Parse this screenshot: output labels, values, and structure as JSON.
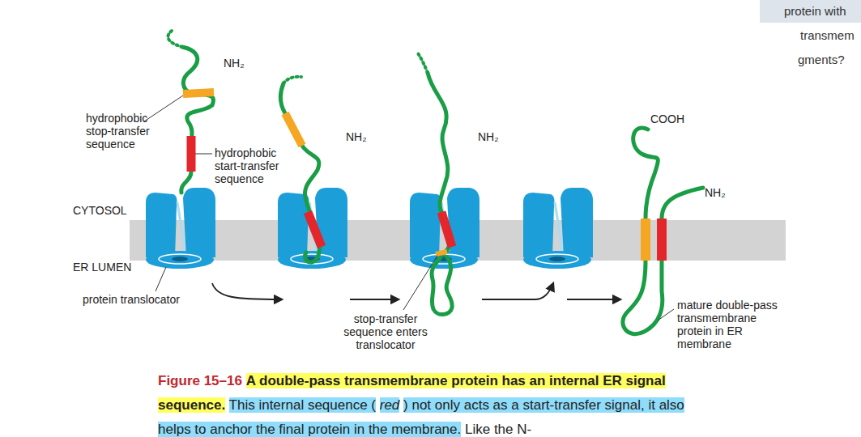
{
  "diagram": {
    "labels": [
      "NH₂",
      "NH₂",
      "NH₂",
      "NH₂",
      "COOH",
      "hydrophobic stop-transfer sequence",
      "hydrophobic start-transfer sequence",
      "CYTOSOL",
      "ER LUMEN",
      "protein translocator",
      "stop-transfer sequence enters translocator",
      "mature double-pass transmembrane protein in ER membrane",
      "Figure 15–16",
      "A double-pass transmembrane protein has an internal ER signal sequence.",
      "This internal sequence (",
      "red",
      ") not only acts as a start-transfer signal, it also helps to anchor the final protein in the membrane.",
      "Like the N-",
      "protein with",
      "transmem",
      "gments?"
    ]
  }
}
